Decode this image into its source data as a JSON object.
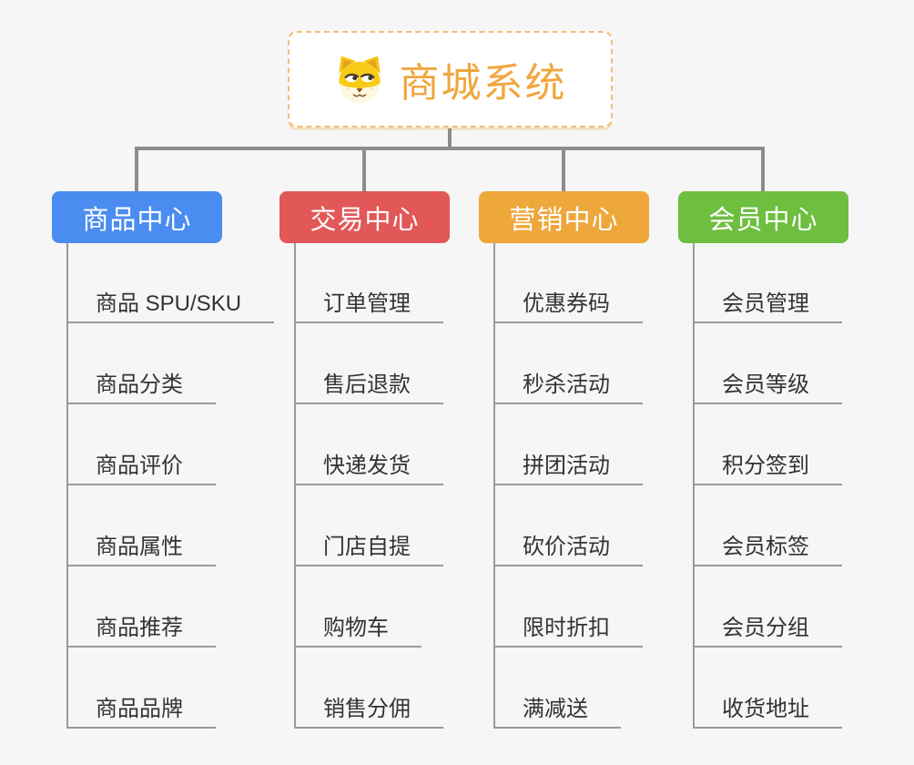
{
  "root": {
    "title": "商城系统",
    "icon": "shiba-dog-icon",
    "accent_color": "#F0A63E",
    "border_color": "#EFBE77"
  },
  "theme": {
    "background": "#F6F6F6",
    "connector_color": "#8C8C8C",
    "leaf_line_color": "#9A9A9A",
    "leaf_text_color": "#333333"
  },
  "branches": [
    {
      "label": "商品中心",
      "color": "#4A8CF0",
      "items": [
        "商品 SPU/SKU",
        "商品分类",
        "商品评价",
        "商品属性",
        "商品推荐",
        "商品品牌"
      ]
    },
    {
      "label": "交易中心",
      "color": "#E25757",
      "items": [
        "订单管理",
        "售后退款",
        "快递发货",
        "门店自提",
        "购物车",
        "销售分佣"
      ]
    },
    {
      "label": "营销中心",
      "color": "#EEA73B",
      "items": [
        "优惠券码",
        "秒杀活动",
        "拼团活动",
        "砍价活动",
        "限时折扣",
        "满减送"
      ]
    },
    {
      "label": "会员中心",
      "color": "#6EBE40",
      "items": [
        "会员管理",
        "会员等级",
        "积分签到",
        "会员标签",
        "会员分组",
        "收货地址"
      ]
    }
  ]
}
